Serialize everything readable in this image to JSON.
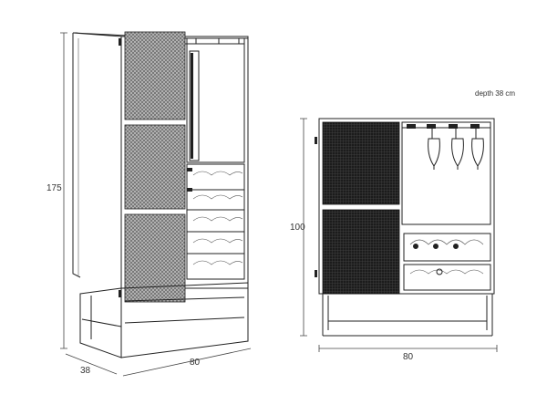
{
  "colors": {
    "line": "#222222",
    "rattan_light": "#8a8a8a",
    "rattan_dark": "#1a1a1a",
    "background": "#ffffff"
  },
  "tall_cabinet": {
    "height_label": "175",
    "depth_label": "38",
    "width_label": "80"
  },
  "small_cabinet": {
    "depth_note": "depth 38 cm",
    "height_label": "100",
    "width_label": "80"
  }
}
